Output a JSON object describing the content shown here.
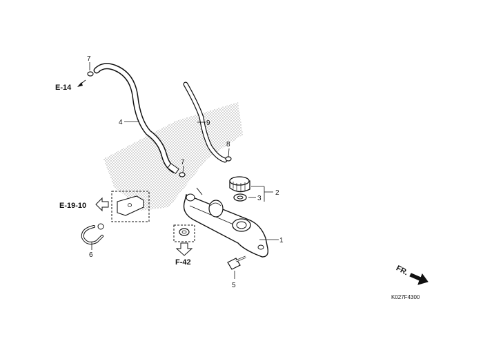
{
  "callouts": {
    "c1": "1",
    "c2": "2",
    "c3": "3",
    "c4": "4",
    "c5": "5",
    "c6": "6",
    "c7a": "7",
    "c7b": "7",
    "c8": "8",
    "c9": "9"
  },
  "refs": {
    "e14": "E-14",
    "e1910": "E-19-10",
    "f42": "F-42"
  },
  "direction_label": "FR.",
  "diagram_code": "K027F4300"
}
